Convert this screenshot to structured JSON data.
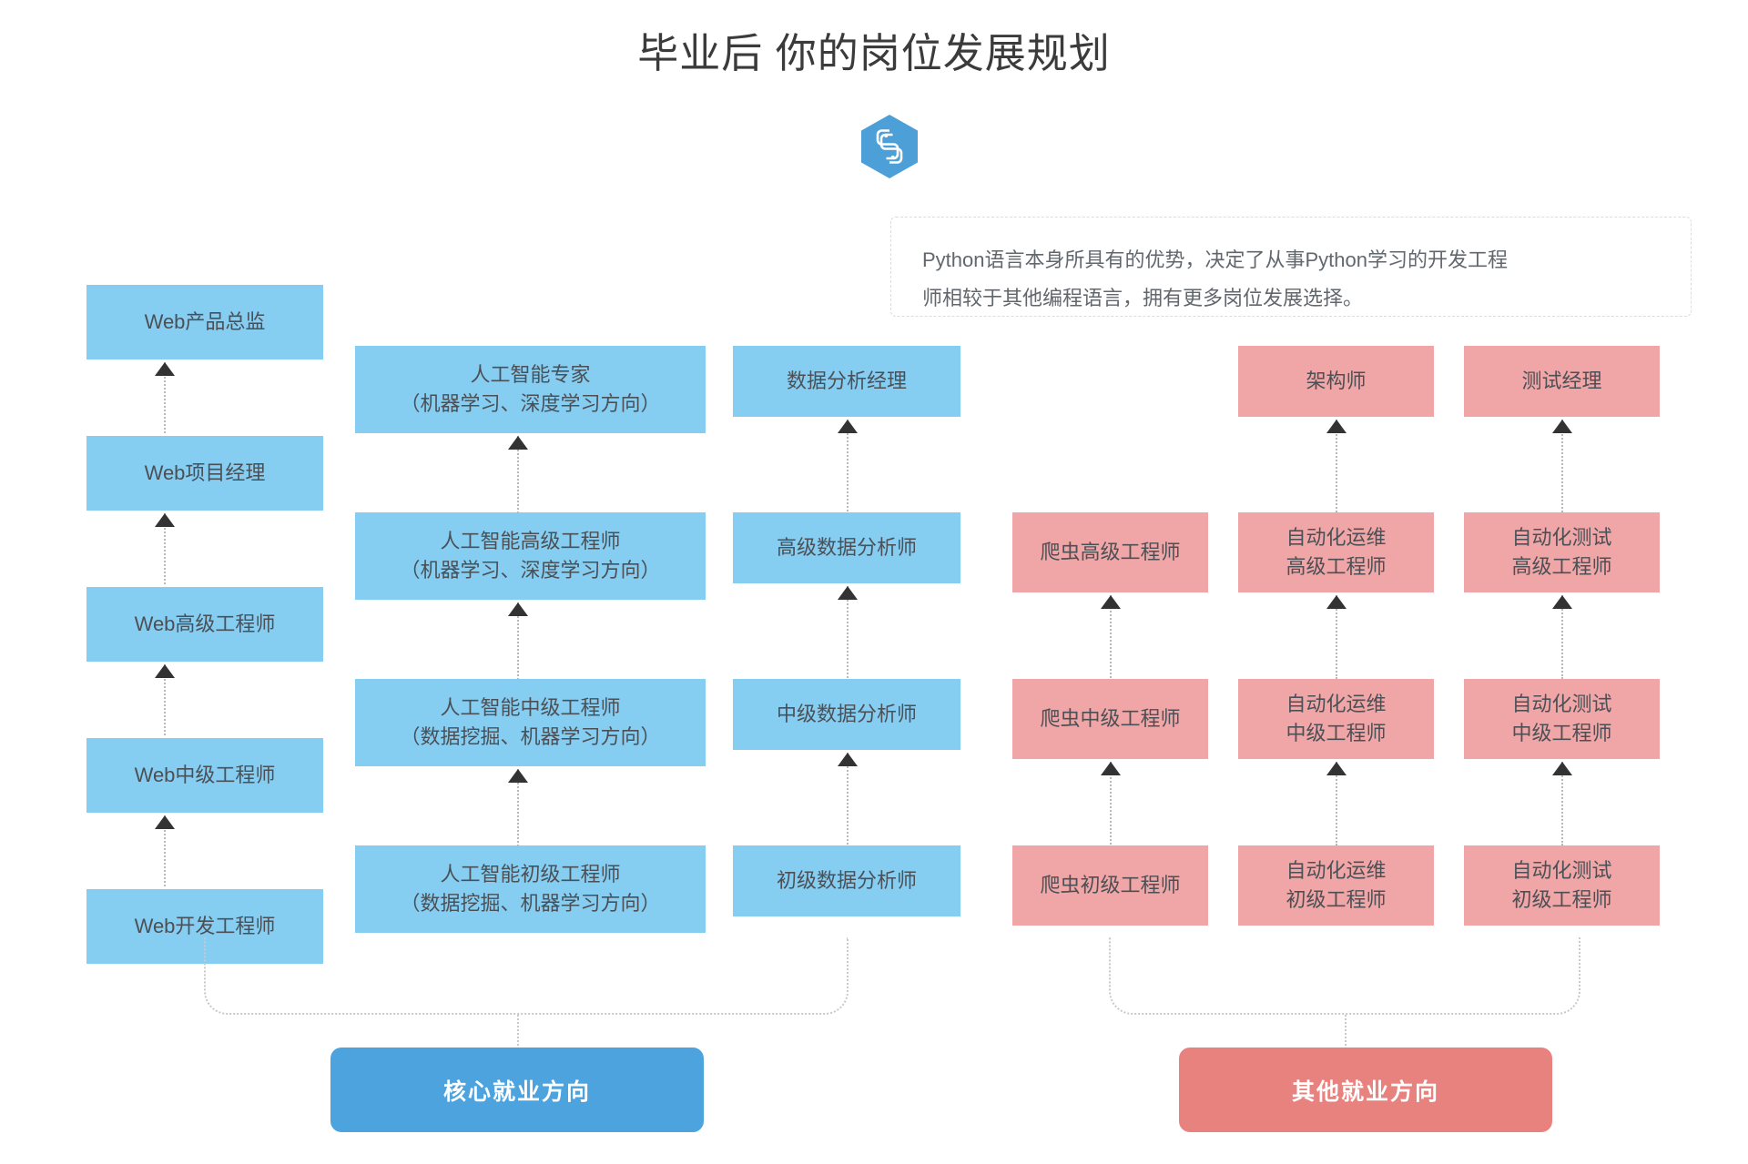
{
  "header": {
    "title": "毕业后 你的岗位发展规划",
    "logo_icon": "python-logo-icon"
  },
  "note": {
    "line1": "Python语言本身所具有的优势，决定了从事Python学习的开发工程",
    "line2": "师相较于其他编程语言，拥有更多岗位发展选择。"
  },
  "colors": {
    "blue_node": "#86cdf2",
    "red_node": "#f0a6a6",
    "blue_pill": "#4da3dd",
    "red_pill": "#e8827e",
    "connector": "#b9b9b9",
    "arrow": "#333333",
    "title_text": "#3b3b3b",
    "node_text": "#4b5056"
  },
  "columns": [
    {
      "id": "web",
      "group": "core",
      "color": "blue",
      "nodes": [
        {
          "l1": "Web产品总监",
          "l2": ""
        },
        {
          "l1": "Web项目经理",
          "l2": ""
        },
        {
          "l1": "Web高级工程师",
          "l2": ""
        },
        {
          "l1": "Web中级工程师",
          "l2": ""
        },
        {
          "l1": "Web开发工程师",
          "l2": ""
        }
      ]
    },
    {
      "id": "ai",
      "group": "core",
      "color": "blue",
      "nodes": [
        {
          "l1": "人工智能专家",
          "l2": "（机器学习、深度学习方向）"
        },
        {
          "l1": "人工智能高级工程师",
          "l2": "（机器学习、深度学习方向）"
        },
        {
          "l1": "人工智能中级工程师",
          "l2": "（数据挖掘、机器学习方向）"
        },
        {
          "l1": "人工智能初级工程师",
          "l2": "（数据挖掘、机器学习方向）"
        }
      ]
    },
    {
      "id": "data",
      "group": "core",
      "color": "blue",
      "nodes": [
        {
          "l1": "数据分析经理",
          "l2": ""
        },
        {
          "l1": "高级数据分析师",
          "l2": ""
        },
        {
          "l1": "中级数据分析师",
          "l2": ""
        },
        {
          "l1": "初级数据分析师",
          "l2": ""
        }
      ]
    },
    {
      "id": "crawler",
      "group": "other",
      "color": "red",
      "nodes": [
        {
          "l1": "爬虫高级工程师",
          "l2": ""
        },
        {
          "l1": "爬虫中级工程师",
          "l2": ""
        },
        {
          "l1": "爬虫初级工程师",
          "l2": ""
        }
      ]
    },
    {
      "id": "ops",
      "group": "other",
      "color": "red",
      "nodes": [
        {
          "l1": "架构师",
          "l2": ""
        },
        {
          "l1": "自动化运维",
          "l2": "高级工程师"
        },
        {
          "l1": "自动化运维",
          "l2": "中级工程师"
        },
        {
          "l1": "自动化运维",
          "l2": "初级工程师"
        }
      ]
    },
    {
      "id": "test",
      "group": "other",
      "color": "red",
      "nodes": [
        {
          "l1": "测试经理",
          "l2": ""
        },
        {
          "l1": "自动化测试",
          "l2": "高级工程师"
        },
        {
          "l1": "自动化测试",
          "l2": "中级工程师"
        },
        {
          "l1": "自动化测试",
          "l2": "初级工程师"
        }
      ]
    }
  ],
  "footer": {
    "core_label": "核心就业方向",
    "other_label": "其他就业方向"
  }
}
